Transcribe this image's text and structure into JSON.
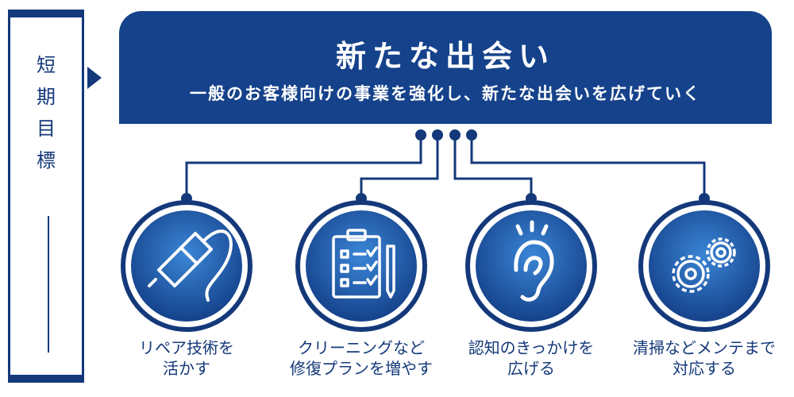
{
  "sidebar": {
    "chars": [
      "短",
      "期",
      "目",
      "標"
    ]
  },
  "banner": {
    "title": "新たな出会い",
    "subtitle": "一般のお客様向けの事業を強化し、新たな出会いを広げていく"
  },
  "items": [
    {
      "icon": "soldering-iron-icon",
      "label_lines": [
        "リペア技術を",
        "活かす"
      ]
    },
    {
      "icon": "checklist-clipboard-icon",
      "label_lines": [
        "クリーニングなど",
        "修復プランを増やす"
      ]
    },
    {
      "icon": "ear-icon",
      "label_lines": [
        "認知のきっかけを",
        "広げる"
      ]
    },
    {
      "icon": "gears-icon",
      "label_lines": [
        "清掃などメンテまで",
        "対応する"
      ]
    }
  ],
  "colors": {
    "primary": "#15428b",
    "dark": "#14397a",
    "circle_light": "#2b72c4"
  }
}
